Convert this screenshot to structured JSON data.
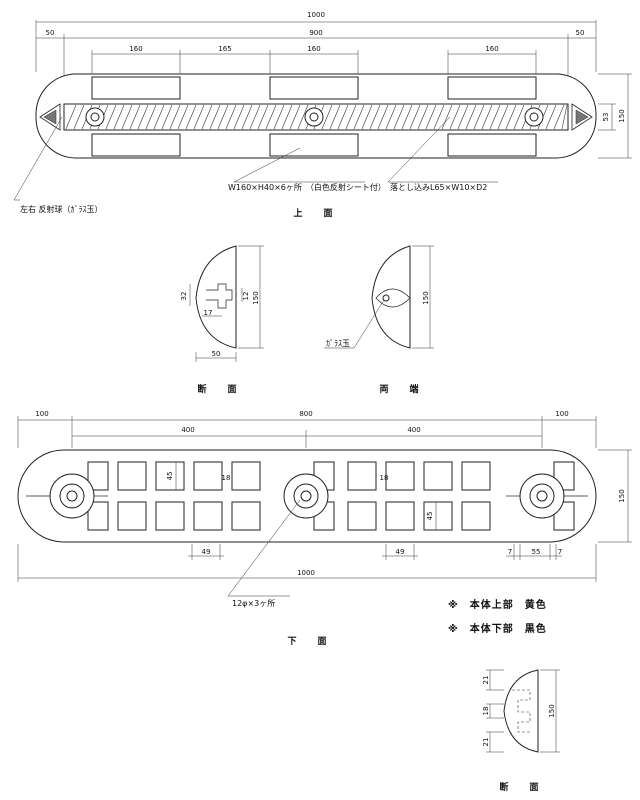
{
  "top_view": {
    "dim_total": "1000",
    "dim_inner": "900",
    "dim_end_left": "50",
    "dim_end_right": "50",
    "dim_pad_1": "160",
    "dim_pad_gap": "165",
    "dim_pad_2": "160",
    "dim_pad_3": "160",
    "dim_height": "150",
    "dim_inner_height": "53",
    "label_reflector": "左右 反射球（ｶﾞﾗｽ玉）",
    "label_sheet": "W160×H40×6ヶ所　（白色反射シート付）",
    "label_recess": "落とし込みL65×W10×D2",
    "title": "上　面"
  },
  "section_view": {
    "dim_32": "32",
    "dim_17": "17",
    "dim_12": "12",
    "dim_150": "150",
    "dim_50": "50",
    "title": "断　面"
  },
  "end_view": {
    "dim_150": "150",
    "label_glass": "ｶﾞﾗｽ玉",
    "title": "両　端"
  },
  "bottom_view": {
    "dim_end_left": "100",
    "dim_mid": "800",
    "dim_end_right": "100",
    "dim_half_left": "400",
    "dim_half_right": "400",
    "dim_45_a": "45",
    "dim_18_a": "18",
    "dim_18_b": "18",
    "dim_45_b": "45",
    "dim_49_a": "49",
    "dim_49_b": "49",
    "dim_7_a": "7",
    "dim_55": "55",
    "dim_7_b": "7",
    "dim_total": "1000",
    "dim_height": "150",
    "label_holes": "12φ×3ヶ所",
    "title": "下　面"
  },
  "notes": {
    "upper_color": "※　本体上部　黄色",
    "lower_color": "※　本体下部　黒色"
  },
  "small_section": {
    "dim_21_a": "21",
    "dim_18": "18",
    "dim_21_b": "21",
    "dim_150": "150",
    "title": "断　面"
  }
}
